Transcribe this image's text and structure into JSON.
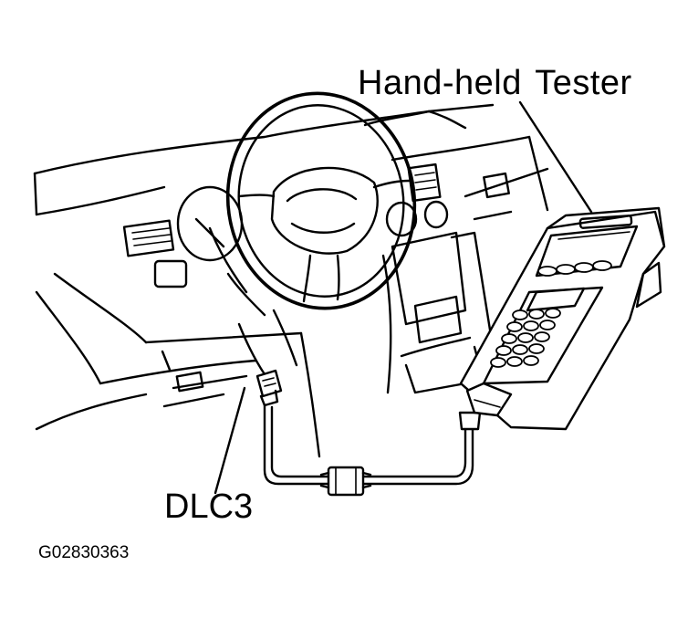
{
  "labels": {
    "tester": "Hand-held  Tester",
    "connector": "DLC3",
    "figure_code": "G02830363"
  },
  "colors": {
    "ink": "#000000",
    "paper": "#ffffff"
  }
}
